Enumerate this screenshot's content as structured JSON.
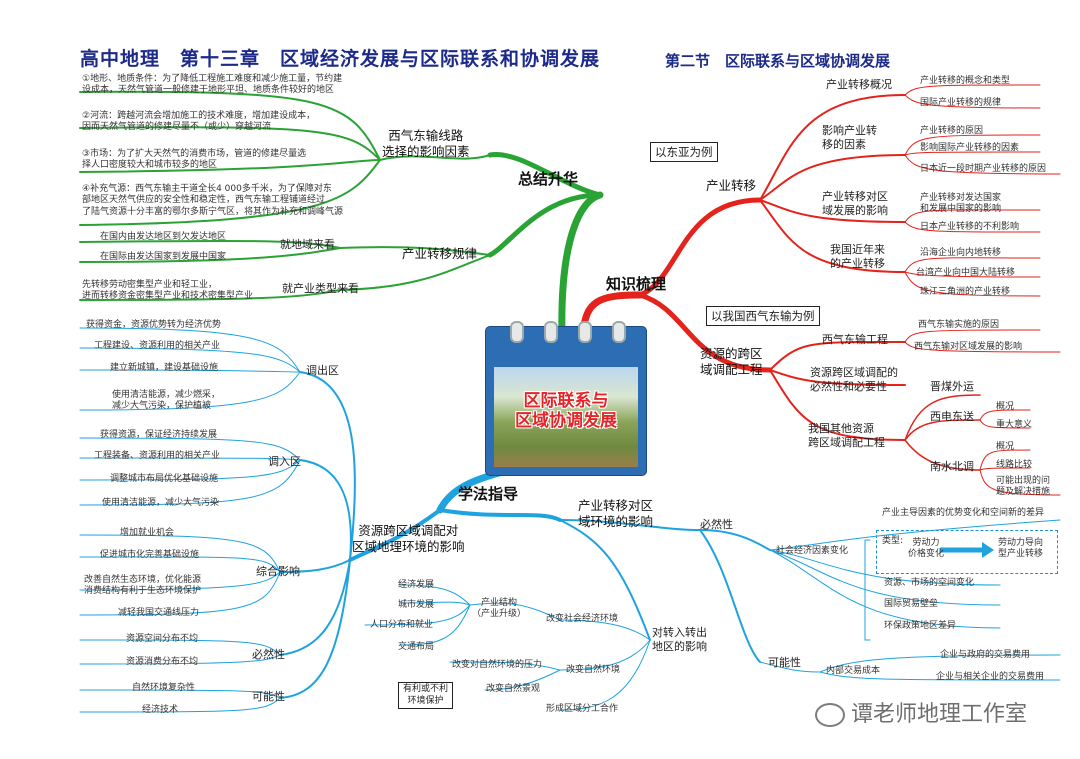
{
  "header": {
    "title": "高中地理　第十三章　区域经济发展与区际联系和协调发展",
    "subtitle": "第二节　区际联系与区域协调发展"
  },
  "center": {
    "label_line1": "区际联系与",
    "label_line2": "区域协调发展"
  },
  "branches": {
    "zongjie": "总结升华",
    "zhishi": "知识梳理",
    "xuefa": "学法指导"
  },
  "zongjie": {
    "xqdx": "西气东输线路\n选择的影响因素",
    "xqdx_items": [
      "①地形、地质条件：为了降低工程施工难度和减少施工量，节约建\n设成本，天然气管道一般修建于地形平坦、地质条件较好的地区",
      "②河流：跨越河流会增加施工的技术难度，增加建设成本，\n因而天然气管道的修建尽量不（或少）穿越河流",
      "③市场：为了扩大天然气的消费市场，管道的修建尽量选\n择人口密度较大和城市较多的地区",
      "④补充气源：西气东输主干道全长4 000多千米，为了保障对东\n部地区天然气供应的安全性和稳定性，西气东输工程铺道经过\n了陆气资源十分丰富的鄂尔多斯宁气区，将其作为补充和调峰气源"
    ],
    "cyzy": "产业转移规律",
    "jdy": "就地域来看",
    "jdy_items": [
      "在国内由发达地区到欠发达地区",
      "在国际由发达国家到发展中国家"
    ],
    "jcylx": "就产业类型来看",
    "jcylx_item": "先转移劳动密集型产业和轻工业，\n进而转移资金密集型产业和技术密集型产业"
  },
  "zhishi": {
    "note1": "以东亚为例",
    "cyzy": "产业转移",
    "gk": "产业转移概况",
    "gk_items": [
      "产业转移的概念和类型",
      "国际产业转移的规律"
    ],
    "yxys": "影响产业转\n移的因素",
    "yxys_items": [
      "产业转移的原因",
      "影响国际产业转移的因素",
      "日本近一段时期产业转移的原因"
    ],
    "dqy": "产业转移对区\n域发展的影响",
    "dqy_items": [
      "产业转移对发达国家\n和发展中国家的影响",
      "日本产业转移的不利影响"
    ],
    "wgjn": "我国近年来\n的产业转移",
    "wgjn_items": [
      "沿海企业向内地转移",
      "台湾产业向中国大陆转移",
      "珠江三角洲的产业转移"
    ],
    "note2": "以我国西气东输为例",
    "zykqy": "资源的跨区\n域调配工程",
    "xqdsgc": "西气东输工程",
    "xqdsgc_items": [
      "西气东输实施的原因",
      "西气东输对区域发展的影响"
    ],
    "zykqytp": "资源跨区域调配的\n必然性和必要性",
    "wgqt": "我国其他资源\n跨区域调配工程",
    "jmwy": "晋煤外运",
    "xdds": "西电东送",
    "xdds_items": [
      "概况",
      "重大意义"
    ],
    "nsbd": "南水北调",
    "nsbd_items": [
      "概况",
      "线路比较",
      "可能出现的问\n题及解决措施"
    ]
  },
  "xuefa": {
    "zykqy": "资源跨区域调配对\n区域地理环境的影响",
    "dcq": "调出区",
    "dcq_items": [
      "获得资金，资源优势转为经济优势",
      "工程建设、资源利用的相关产业",
      "建立新城镇，建设基础设施",
      "使用清洁能源，减少燃采，\n减少大气污染，保护植被"
    ],
    "drq": "调入区",
    "drq_items": [
      "获得资源，保证经济持续发展",
      "工程装备、资源利用的相关产业",
      "调整城市布局优化基础设施",
      "使用清洁能源，减少大气污染"
    ],
    "zhyx": "综合影响",
    "zhyx_items": [
      "增加就业机会",
      "促进城市化完善基础设施",
      "改善自然生态环境，优化能源\n消费结构有利于生态环境保护",
      "减轻我国交通线压力"
    ],
    "brx": "必然性",
    "brx_items": [
      "资源空间分布不均",
      "资源消费分布不均"
    ],
    "knx": "可能性",
    "knx_items": [
      "自然环境复杂性",
      "经济技术"
    ],
    "cyzydqy": "产业转移对区\n域环境的影响",
    "brx2": "必然性",
    "sbyj": "社会经济因素变化",
    "sbyj_top": "产业主导因素的优势变化和空间新的差异",
    "lx_label": "类型:",
    "lx_from": "劳动力\n价格变化",
    "lx_to": "劳动力导向\n型产业转移",
    "sbyj_items": [
      "资源、市场的空间变化",
      "国际贸易壁垒",
      "环保政策地区差异"
    ],
    "knx2": "可能性",
    "nbjy": "内部交易成本",
    "nbjy_items": [
      "企业与政府的交易费用",
      "企业与相关企业的交易费用"
    ],
    "dzr": "对转入转出\n地区的影响",
    "gbsh": "改变社会经济环境",
    "cyjg": "产业结构\n（产业升级）",
    "cyjg_items": [
      "经济发展",
      "城市发展",
      "人口分布和就业",
      "交通布局"
    ],
    "gbzr": "改变自然环境",
    "gbzr_items": [
      "改变对自然环境的压力",
      "改变自然景观"
    ],
    "ylhbl": "有利或不利\n环境保护",
    "xcqy": "形成区域分工合作"
  },
  "watermark": "谭老师地理工作室",
  "colors": {
    "green": "#2aa335",
    "red": "#e3231c",
    "blue": "#1ea3e0",
    "title": "#1c2a8a"
  }
}
